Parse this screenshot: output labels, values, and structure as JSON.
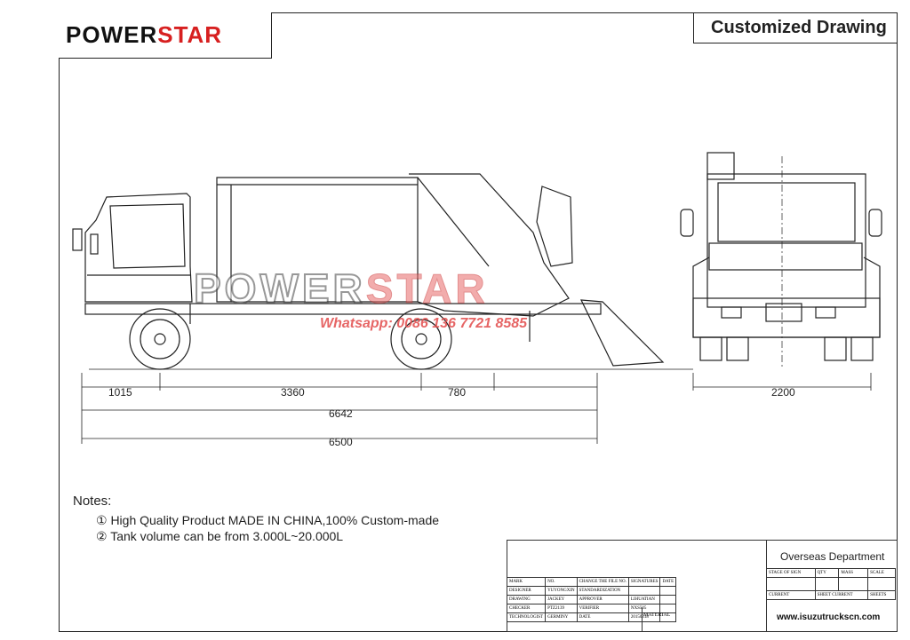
{
  "logo": {
    "part1": "POWER",
    "part2": "STAR"
  },
  "title": "Customized Drawing",
  "watermark": {
    "part1": "POWER",
    "part2": "STAR",
    "whatsapp": "Whatsapp: 0086 136 7721 8585"
  },
  "dimensions": {
    "front_overhang": "1015",
    "wheelbase": "3360",
    "rear_overhang": "780",
    "overall_length_1": "6642",
    "overall_length_2": "6500",
    "width": "2200"
  },
  "notes": {
    "heading": "Notes:",
    "items": [
      "① High Quality Product MADE IN CHINA,100% Custom-made",
      "② Tank volume can be from 3.000L~20.000L"
    ]
  },
  "title_block": {
    "department": "Overseas Department",
    "website": "www.isuzutruckscn.com",
    "material_label": "MATERIAL",
    "header_cells": [
      "STAGE OF SIGN",
      "QTY",
      "MASS",
      "SCALE"
    ],
    "sheet_cells": [
      "CURRENT",
      "SHEET CURRENT",
      "SHEETS"
    ],
    "rows": [
      [
        "MARK",
        "NO.",
        "CHANGE THE FILE NO.",
        "SIGNATURES",
        "DATE"
      ],
      [
        "DESIGNER",
        "YUYONGXIN",
        "STANDARDIZATION",
        "",
        ""
      ],
      [
        "DRAWING",
        "JACKEY",
        "APPROVER",
        "LIHUATIAN",
        ""
      ],
      [
        "CHECKER",
        "PTZ2139",
        "VERIFIER",
        "NXS505",
        ""
      ],
      [
        "TECHNOLOGIST",
        "GERMINY",
        "DATE",
        "20150318",
        ""
      ]
    ]
  }
}
